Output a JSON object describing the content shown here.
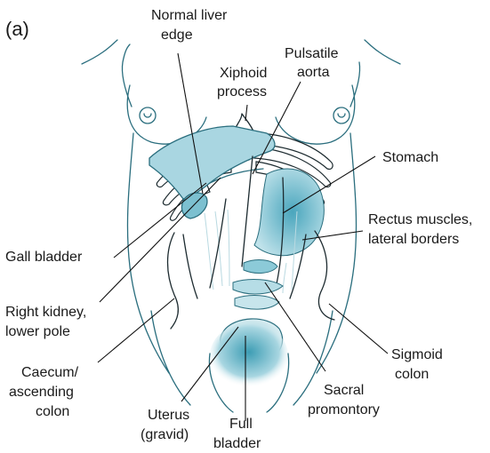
{
  "panel_label": "(a)",
  "labels": {
    "normal_liver_edge": [
      "Normal liver",
      "edge"
    ],
    "xiphoid_process": [
      "Xiphoid",
      "process"
    ],
    "pulsatile_aorta": [
      "Pulsatile",
      "aorta"
    ],
    "stomach": [
      "Stomach"
    ],
    "rectus_muscles": [
      "Rectus muscles,",
      "lateral borders"
    ],
    "gall_bladder": [
      "Gall bladder"
    ],
    "right_kidney": [
      "Right kidney,",
      "lower pole"
    ],
    "caecum": [
      "Caecum/",
      "ascending",
      "colon"
    ],
    "uterus": [
      "Uterus",
      "(gravid)"
    ],
    "full_bladder": [
      "Full",
      "bladder"
    ],
    "sacral_promontory": [
      "Sacral",
      "promontory"
    ],
    "sigmoid_colon": [
      "Sigmoid",
      "colon"
    ]
  },
  "colors": {
    "organ_fill": "#9fd0dc",
    "organ_dark": "#3d9db4",
    "outline": "#2a6e7e",
    "text": "#1a1a1a"
  }
}
